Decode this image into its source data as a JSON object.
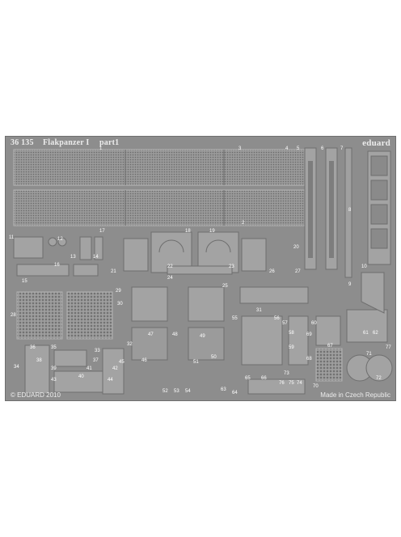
{
  "sheet": {
    "code": "36 135",
    "title": "Flakpanzer I",
    "part": "part1",
    "brand": "eduard",
    "copyright": "© EDUARD 2010",
    "origin": "Made in Czech Republic",
    "colors": {
      "fret": "#8d8d8d",
      "part": "#a3a3a3",
      "relief": "#6e6e6e",
      "text": "#ffffff"
    }
  },
  "labels": [
    "1",
    "2",
    "3",
    "4",
    "5",
    "6",
    "7",
    "8",
    "9",
    "10",
    "11",
    "12",
    "13",
    "14",
    "15",
    "16",
    "17",
    "18",
    "19",
    "20",
    "21",
    "22",
    "23",
    "24",
    "25",
    "26",
    "27",
    "28",
    "29",
    "30",
    "31",
    "32",
    "33",
    "34",
    "35",
    "36",
    "37",
    "38",
    "39",
    "40",
    "41",
    "42",
    "43",
    "44",
    "45",
    "46",
    "47",
    "48",
    "49",
    "50",
    "51",
    "52",
    "53",
    "54",
    "55",
    "56",
    "57",
    "58",
    "59",
    "60",
    "61",
    "62",
    "63",
    "64",
    "65",
    "66",
    "67",
    "68",
    "69",
    "70",
    "71",
    "72",
    "73",
    "74",
    "75",
    "76",
    "77"
  ]
}
